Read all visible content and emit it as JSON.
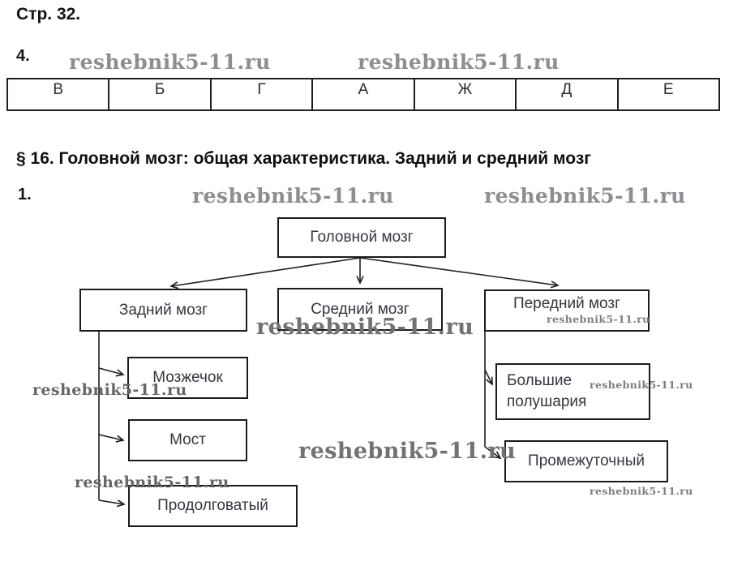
{
  "page_header": "Стр. 32.",
  "watermark": {
    "text": "reshebnik5-11.ru"
  },
  "task4": {
    "number": "4.",
    "answer_table": {
      "cells": [
        "В",
        "Б",
        "Г",
        "А",
        "Ж",
        "Д",
        "Е"
      ]
    }
  },
  "section": {
    "title": "§ 16. Головной мозг: общая характеристика. Задний и средний мозг"
  },
  "task1": {
    "number": "1."
  },
  "diagram": {
    "nodes": {
      "root": {
        "label": "Головной мозг"
      },
      "hind": {
        "label": "Задний мозг"
      },
      "mid": {
        "label": "Средний мозг"
      },
      "fore": {
        "label": "Передний мозг"
      },
      "cerebellum": {
        "label": "Мозжечок"
      },
      "pons": {
        "label": "Мост"
      },
      "medulla": {
        "label": "Продолговатый"
      },
      "hemispheres": {
        "label": "Большие полушария"
      },
      "diencephalon": {
        "label": "Промежуточный"
      }
    }
  }
}
